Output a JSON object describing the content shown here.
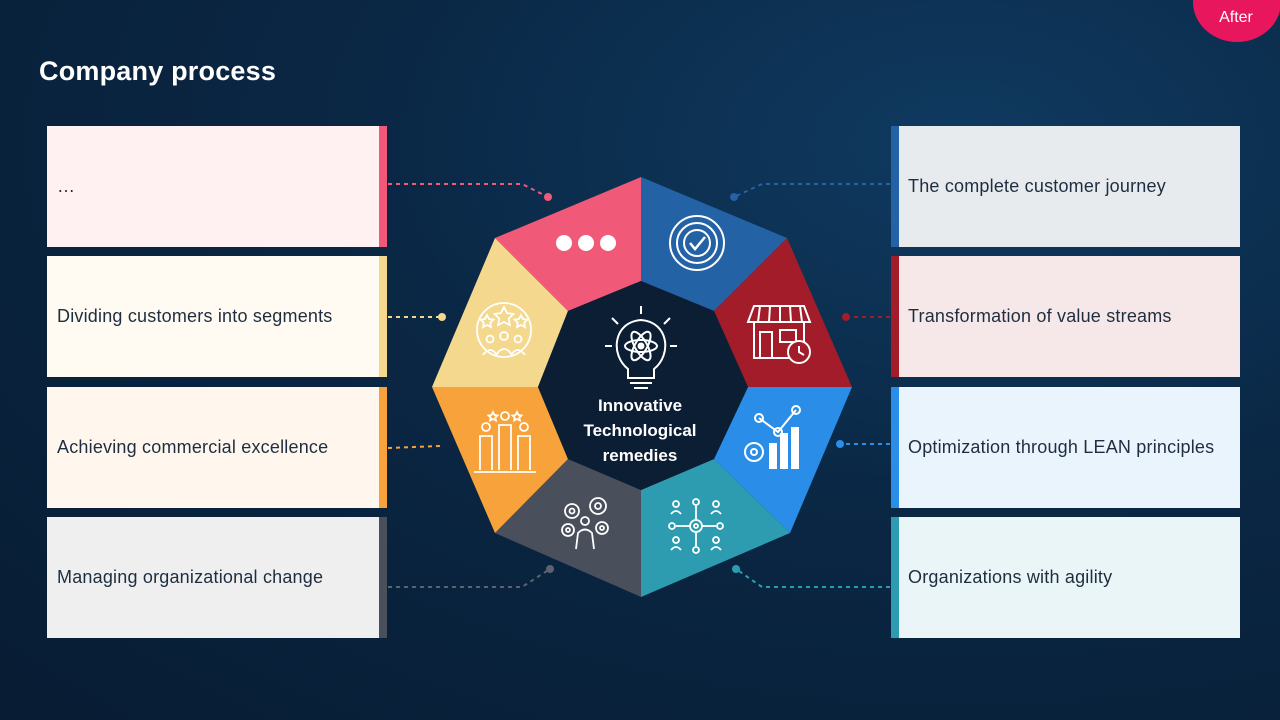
{
  "title": "Company process",
  "badge": {
    "label": "After"
  },
  "center": {
    "lines": [
      "Innovative",
      "Technological",
      "remedies"
    ]
  },
  "left_items": [
    {
      "text": "…",
      "accent": "#f05a78",
      "bg": "#fff0f2"
    },
    {
      "text": "Dividing customers into segments",
      "accent": "#f3d88e",
      "bg": "#fffbf2"
    },
    {
      "text": "Achieving commercial excellence",
      "accent": "#f7a23b",
      "bg": "#fff7ee"
    },
    {
      "text": "Managing organizational change",
      "accent": "#4a4f5c",
      "bg": "#efeff0"
    }
  ],
  "right_items": [
    {
      "text": "The complete customer journey",
      "accent": "#2462a6",
      "bg": "#e8ebee"
    },
    {
      "text": "Transformation of value streams",
      "accent": "#a31c2a",
      "bg": "#f6e7e8"
    },
    {
      "text": "Optimization through LEAN principles",
      "accent": "#2a8ee8",
      "bg": "#eaf4fd"
    },
    {
      "text": "Organizations with agility",
      "accent": "#2d9cb0",
      "bg": "#e9f5f6"
    }
  ],
  "segments": [
    {
      "color": "#f05a78",
      "icon": "dots-icon"
    },
    {
      "color": "#2462a6",
      "icon": "target-check-icon"
    },
    {
      "color": "#a31c2a",
      "icon": "store-clock-icon"
    },
    {
      "color": "#2a8ee8",
      "icon": "analytics-gear-icon"
    },
    {
      "color": "#2d9cb0",
      "icon": "network-people-icon"
    },
    {
      "color": "#4a4f5c",
      "icon": "gear-person-icon"
    },
    {
      "color": "#f7a23b",
      "icon": "team-podium-icon"
    },
    {
      "color": "#f3d88e",
      "icon": "stars-team-icon"
    }
  ],
  "center_icon": "lightbulb-atom-icon"
}
